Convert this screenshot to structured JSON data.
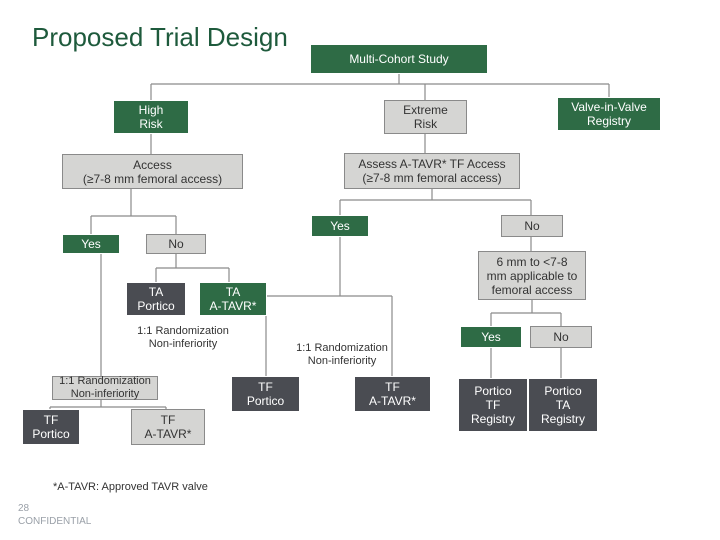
{
  "title": "Proposed Trial Design",
  "nodes": {
    "multi_cohort": "Multi-Cohort Study",
    "high_risk": "High\nRisk",
    "extreme_risk": "Extreme\nRisk",
    "valve_in_valve": "Valve-in-Valve\nRegistry",
    "access": "Access\n(≥7-8 mm femoral access)",
    "assess_tf": "Assess A-TAVR* TF Access\n(≥7-8 mm femoral access)",
    "yes_left": "Yes",
    "no_left": "No",
    "yes_right": "Yes",
    "no_right": "No",
    "ta_portico": "TA\nPortico",
    "ta_atavr": "TA\nA-TAVR*",
    "rand_ta": "1:1 Randomization\nNon-inferiority",
    "rand_left": "1:1 Randomization\nNon-inferiority",
    "tf_portico_left": "TF\nPortico",
    "tf_atavr_left": "TF\nA-TAVR*",
    "rand_mid": "1:1 Randomization\nNon-inferiority",
    "tf_portico_mid": "TF\nPortico",
    "tf_atavr_mid": "TF\nA-TAVR*",
    "six_mm": "6 mm to <7-8\nmm applicable to\nfemoral access",
    "yes_far": "Yes",
    "no_far": "No",
    "portico_tf_registry": "Portico\nTF\nRegistry",
    "portico_ta_registry": "Portico\nTA\nRegistry"
  },
  "footnote": "*A-TAVR: Approved TAVR valve",
  "footer": "28\nCONFIDENTIAL",
  "colors": {
    "green": "#2e6b45",
    "gray": "#d5d5d3",
    "dark": "#4a4c52",
    "line": "#8a8a8a"
  }
}
